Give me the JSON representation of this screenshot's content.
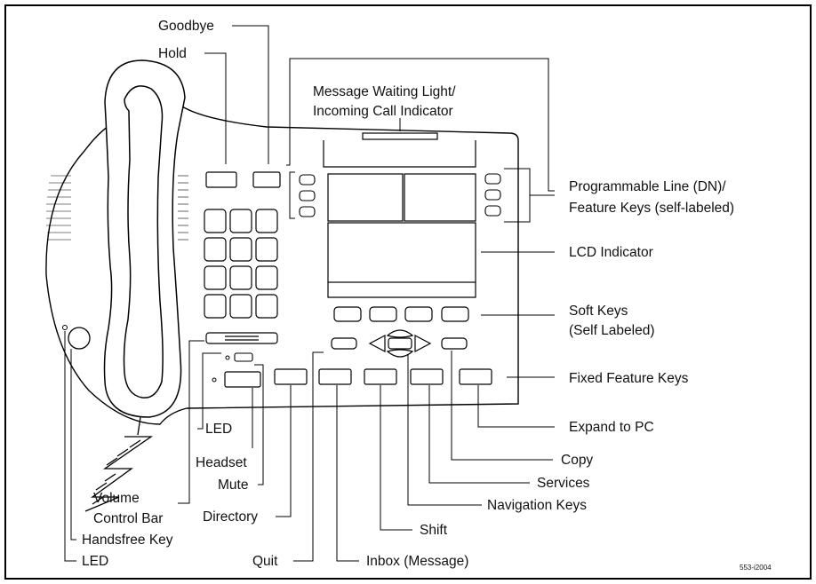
{
  "labels": {
    "goodbye": "Goodbye",
    "hold": "Hold",
    "message_waiting_1": "Message Waiting Light/",
    "message_waiting_2": "Incoming Call Indicator",
    "programmable_1": "Programmable Line (DN)/",
    "programmable_2": "Feature Keys (self-labeled)",
    "lcd": "LCD Indicator",
    "soft_keys_1": "Soft Keys",
    "soft_keys_2": "(Self Labeled)",
    "fixed_feature": "Fixed Feature Keys",
    "expand_pc": "Expand to PC",
    "copy": "Copy",
    "services": "Services",
    "navigation": "Navigation Keys",
    "shift": "Shift",
    "inbox": "Inbox (Message)",
    "quit": "Quit",
    "directory": "Directory",
    "mute": "Mute",
    "headset": "Headset",
    "led_upper": "LED",
    "volume_1": "Volume",
    "volume_2": "Control Bar",
    "handsfree": "Handsfree Key",
    "led_lower": "LED",
    "figure_id": "553-i2004"
  }
}
